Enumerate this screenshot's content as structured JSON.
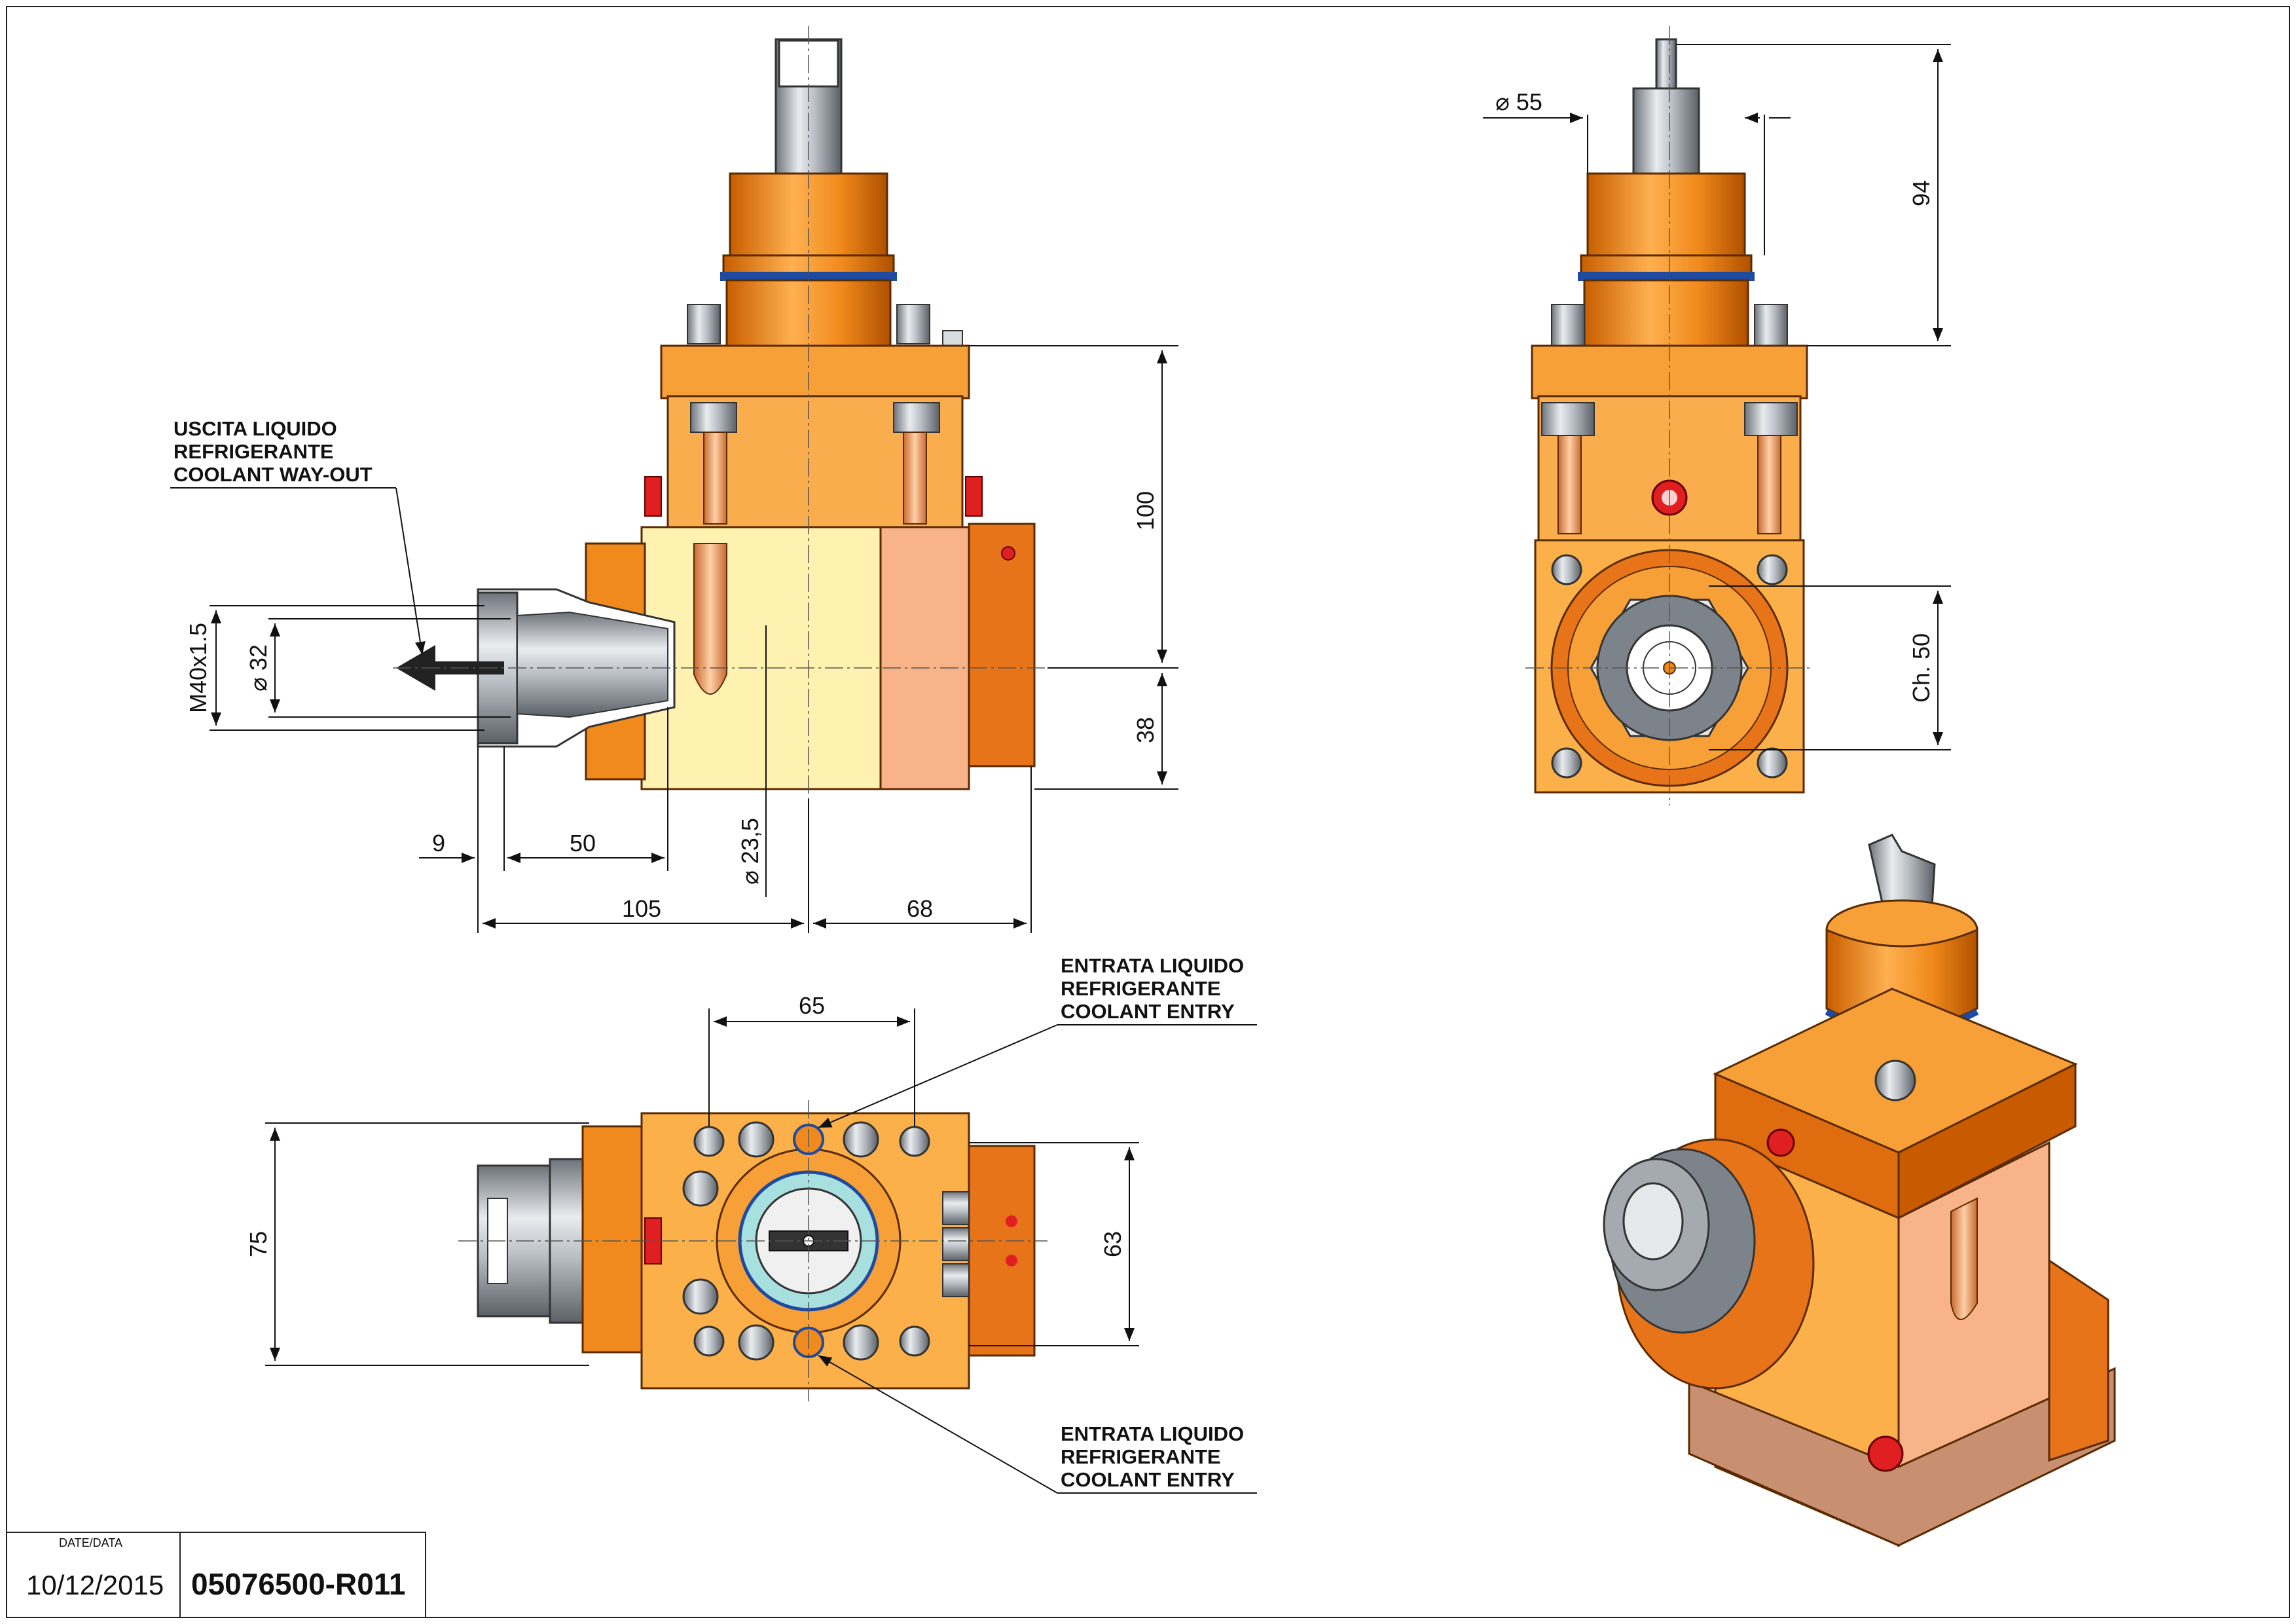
{
  "drawing": {
    "labels": {
      "coolant_out": [
        "USCITA LIQUIDO",
        "REFRIGERANTE",
        "COOLANT WAY-OUT"
      ],
      "coolant_entry_top": [
        "ENTRATA LIQUIDO",
        "REFRIGERANTE",
        "COOLANT ENTRY"
      ],
      "coolant_entry_bottom": [
        "ENTRATA LIQUIDO",
        "REFRIGERANTE",
        "COOLANT ENTRY"
      ]
    },
    "dimensions": {
      "d100": "100",
      "d38": "38",
      "m40": "M40x1.5",
      "phi32": "⌀ 32",
      "phi23": "⌀ 23,5",
      "d9": "9",
      "d50": "50",
      "d105": "105",
      "d68": "68",
      "phi55": "⌀ 55",
      "d94": "94",
      "ch50": "Ch. 50",
      "d65": "65",
      "d75": "75",
      "d63": "63"
    },
    "colors": {
      "orange": "#f08a1c",
      "orange_dark": "#d0680a",
      "light_orange": "#fbb04a",
      "cream": "#fff2b0",
      "salmon": "#f8b488",
      "steel": "#9aa0a8",
      "blue": "#1e4aa0",
      "red": "#e02020"
    },
    "icon_names": [
      "coolant-flow-arrow-icon",
      "red-plug-icon",
      "socket-screw-icon"
    ]
  },
  "title_block": {
    "date_label": "DATE/DATA",
    "date": "10/12/2015",
    "code": "05076500-R011"
  }
}
